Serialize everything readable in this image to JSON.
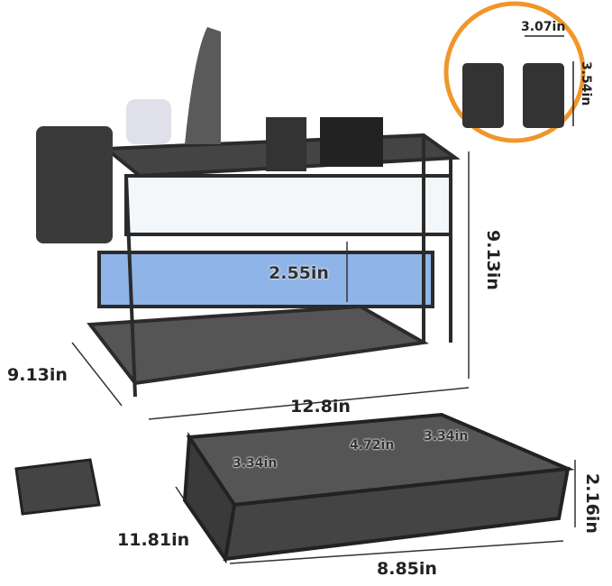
{
  "labels": {
    "holder_width": "3.07in",
    "holder_height": "3.54in",
    "total_height": "9.13in",
    "depth": "9.13in",
    "shelf_gap": "2.55in",
    "width": "12.8in",
    "drawer_compartment_left": "3.34in",
    "drawer_compartment_middle": "4.72in",
    "drawer_compartment_right": "3.34in",
    "drawer_height": "2.16in",
    "drawer_depth": "11.81in",
    "drawer_width": "8.85in"
  },
  "colors": {
    "accent_circle": "#f0962a",
    "metal": "#2b2b2b"
  }
}
